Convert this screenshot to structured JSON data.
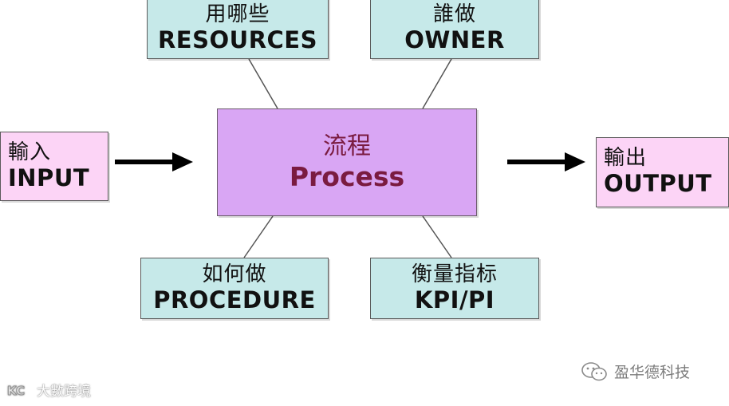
{
  "process": {
    "zh": "流程",
    "en": "Process"
  },
  "resources": {
    "zh": "用哪些",
    "en": "RESOURCES"
  },
  "owner": {
    "zh": "誰做",
    "en": "OWNER"
  },
  "input": {
    "zh": "輸入",
    "en": "INPUT"
  },
  "output": {
    "zh": "輸出",
    "en": "OUTPUT"
  },
  "procedure": {
    "zh": "如何做",
    "en": "PROCEDURE"
  },
  "kpi": {
    "zh": "衡量指标",
    "en": "KPI/PI"
  },
  "watermarks": {
    "left": "大數跨境",
    "left_icon": "kc-logo-icon",
    "right": "盈华德科技",
    "right_icon": "wechat-icon"
  },
  "colors": {
    "teal_box": "#c6e9e9",
    "pink_box": "#fcd4f6",
    "process_box": "#d9a6f4",
    "process_text": "#7a1b40"
  }
}
